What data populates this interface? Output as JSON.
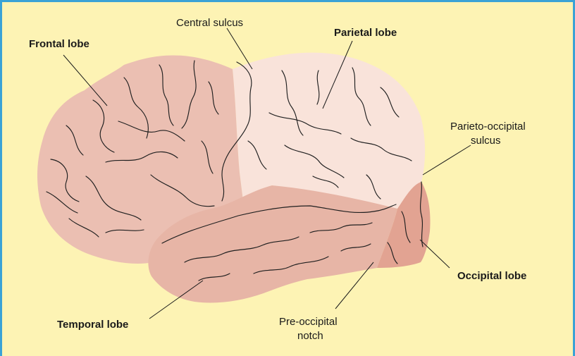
{
  "colors": {
    "background": "#fdf3b4",
    "frame": "#3aa2d6",
    "frontal": "#ebbfb2",
    "parietal": "#f9e3da",
    "temporal": "#e7b5a6",
    "occipital": "#e2a392",
    "line": "#1f1f1f"
  },
  "labels": {
    "frontal": "Frontal lobe",
    "central_sulcus": "Central sulcus",
    "parietal": "Parietal lobe",
    "parieto_occipital_1": "Parieto-occipital",
    "parieto_occipital_2": "sulcus",
    "occipital": "Occipital lobe",
    "temporal": "Temporal lobe",
    "pre_occipital_1": "Pre-occipital",
    "pre_occipital_2": "notch"
  }
}
